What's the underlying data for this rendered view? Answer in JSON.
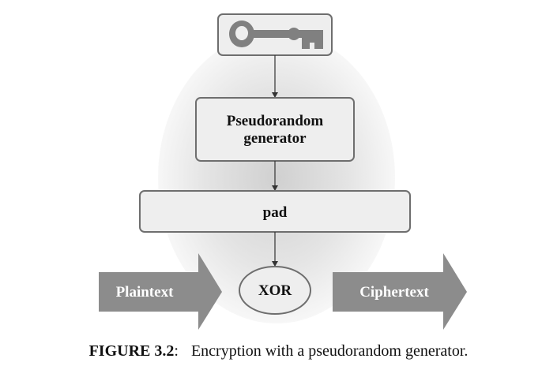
{
  "diagram": {
    "key_icon": "key-icon",
    "generator_line1": "Pseudorandom",
    "generator_line2": "generator",
    "pad": "pad",
    "xor": "XOR",
    "plaintext": "Plaintext",
    "ciphertext": "Ciphertext"
  },
  "caption": {
    "label": "FIGURE 3.2",
    "text": "Encryption with a pseudorandom generator."
  },
  "colors": {
    "box_fill": "#eeeeee",
    "box_stroke": "#6e6e6e",
    "arrow_fill": "#8c8c8c",
    "key_fill": "#808080",
    "glow": "#d9d9d9"
  }
}
